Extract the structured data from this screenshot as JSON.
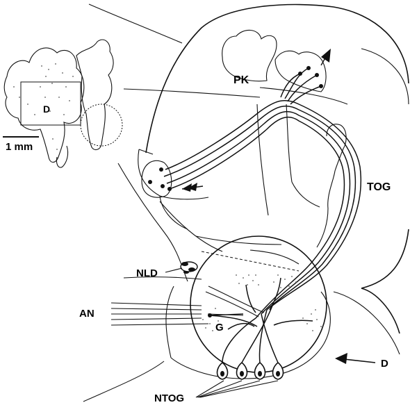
{
  "labels": {
    "pk": "PK",
    "tog": "TOG",
    "nld": "NLD",
    "an": "AN",
    "g": "G",
    "d_brain": "D",
    "d_arrow": "D",
    "ntog": "NTOG",
    "scale": "1 mm"
  },
  "colors": {
    "ink": "#111111",
    "background": "#ffffff",
    "stipple": "#555555"
  }
}
